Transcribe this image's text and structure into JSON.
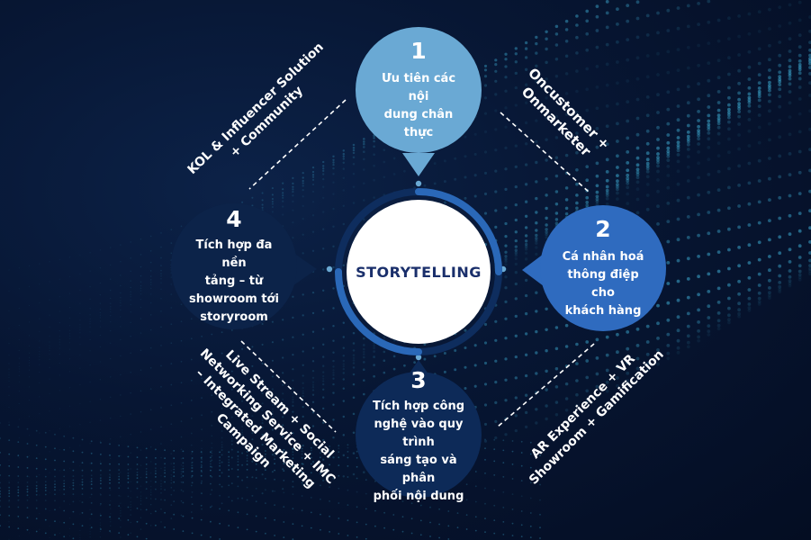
{
  "center": {
    "label": "STORYTELLING"
  },
  "bubbles": [
    {
      "number": "1",
      "lines": [
        "Ưu tiên các nội",
        "dung chân thực"
      ],
      "color": "#6aa9d4"
    },
    {
      "number": "2",
      "lines": [
        "Cá nhân hoá",
        "thông điệp cho",
        "khách hàng"
      ],
      "color": "#2f6bbf"
    },
    {
      "number": "3",
      "lines": [
        "Tích hợp công",
        "nghệ vào quy trình",
        "sáng tạo và phân",
        "phối nội dung"
      ],
      "color": "#0d2a58"
    },
    {
      "number": "4",
      "lines": [
        "Tích hợp đa nền",
        "tảng – từ",
        "showroom tới",
        "storyroom"
      ],
      "color": "#0c2349"
    }
  ],
  "side_labels": {
    "top_left": [
      "KOL & Influencer Solution",
      "+ Community"
    ],
    "top_right": [
      "Oncustomer +",
      "Onmarketer"
    ],
    "bottom_right": [
      "AR Experience + VR",
      "Showroom + Gamification"
    ],
    "bottom_left": [
      "Live Stream + Social",
      "Networking Service + IMC",
      "– Integrated Marketing",
      "Campaign"
    ]
  },
  "colors": {
    "ring": "#2a68b8",
    "center_text": "#1a2f6b",
    "background": "#061530",
    "dots": "#3aa3c9"
  }
}
